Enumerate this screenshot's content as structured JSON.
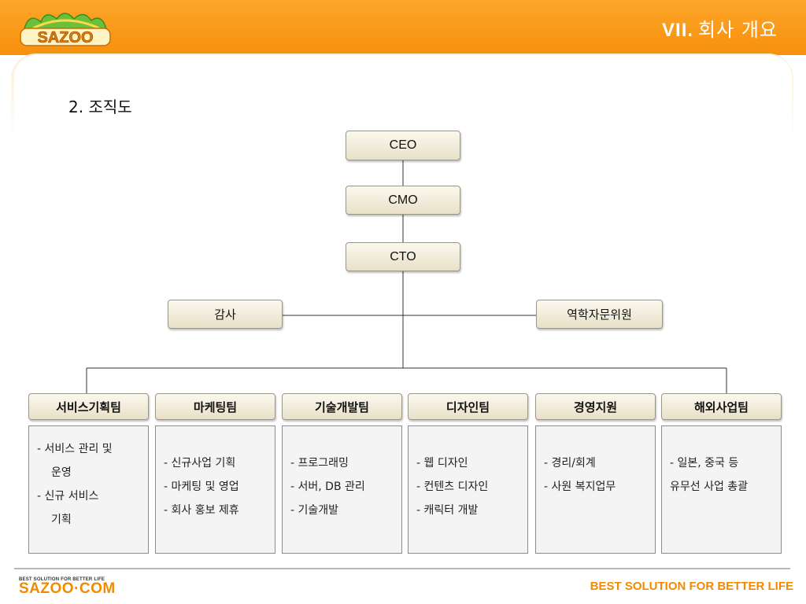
{
  "header": {
    "logo_text": "SAZOO",
    "section_number": "VII.",
    "section_title": "회사 개요"
  },
  "page": {
    "heading": "2. 조직도"
  },
  "org": {
    "ceo": "CEO",
    "cmo": "CMO",
    "cto": "CTO",
    "audit": "감사",
    "advisor": "역학자문위원",
    "teams": [
      {
        "name": "서비스기획팀",
        "duties": [
          "- 서비스 관리 및",
          "운영",
          "- 신규 서비스",
          "기획"
        ]
      },
      {
        "name": "마케팅팀",
        "duties": [
          "- 신규사업 기획",
          "- 마케팅 및 영업",
          "- 회사 홍보 제휴"
        ]
      },
      {
        "name": "기술개발팀",
        "duties": [
          "- 프로그래밍",
          "- 서버, DB 관리",
          "- 기술개발"
        ]
      },
      {
        "name": "디자인팀",
        "duties": [
          "- 웹 디자인",
          "- 컨텐츠 디자인",
          "- 캐릭터 개발"
        ]
      },
      {
        "name": "경영지원",
        "duties": [
          "- 경리/회계",
          "- 사원 복지업무"
        ]
      },
      {
        "name": "해외사업팀",
        "duties": [
          "- 일본, 중국 등",
          "유무선 사업 총괄"
        ]
      }
    ]
  },
  "footer": {
    "logo_small": "BEST SOLUTION FOR BETTER LIFE",
    "logo_big": "SAZOO·COM",
    "tagline": "BEST SOLUTION FOR BETTER LIFE"
  },
  "colors": {
    "header": "#f7910c",
    "accent": "#f28a00",
    "box_fill": "#ece5cf"
  }
}
